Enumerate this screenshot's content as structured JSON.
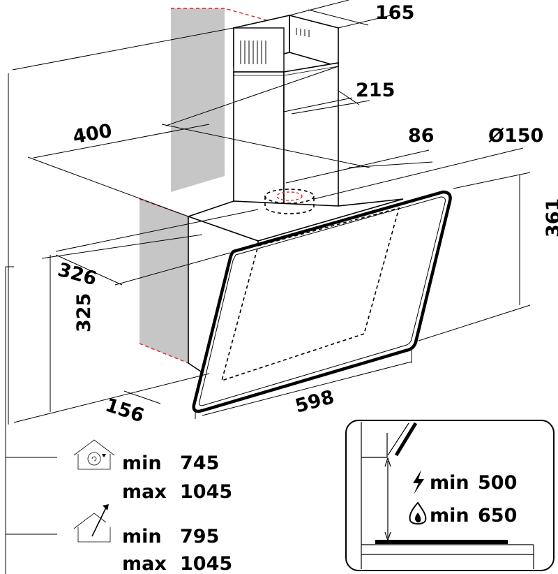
{
  "dimensions": {
    "d165": "165",
    "d215": "215",
    "d400": "400",
    "d86": "86",
    "d150": "Ø150",
    "d361": "361",
    "d326": "326",
    "d325": "325",
    "d156": "156",
    "d598": "598"
  },
  "installation_heights": {
    "recirculation": {
      "icon": "recirculation-mode-icon",
      "min_label": "min",
      "min_value": "745",
      "max_label": "max",
      "max_value": "1045"
    },
    "extraction": {
      "icon": "extraction-mode-icon",
      "min_label": "min",
      "min_value": "795",
      "max_label": "max",
      "max_value": "1045"
    }
  },
  "clearance": {
    "electric": {
      "icon": "lightning-icon",
      "label": "min",
      "value": "500"
    },
    "gas": {
      "icon": "flame-icon",
      "label": "min",
      "value": "650"
    }
  },
  "colors": {
    "wall": "#c6c6c6",
    "dashed_guides": "#e02020",
    "lines": "#000000"
  }
}
